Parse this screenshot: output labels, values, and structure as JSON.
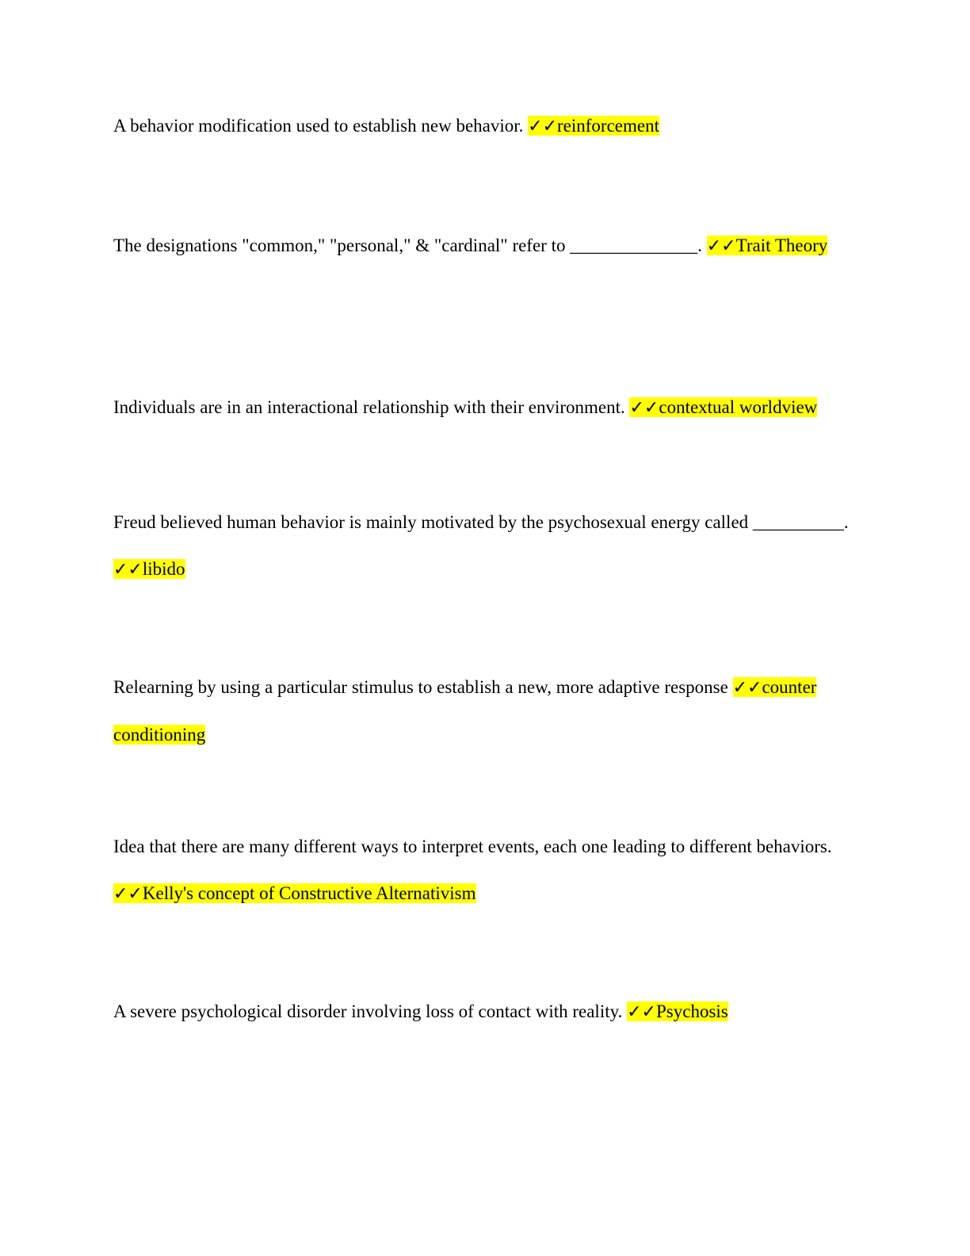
{
  "colors": {
    "highlight": "#ffff00",
    "text": "#000000",
    "background": "#ffffff"
  },
  "items": [
    {
      "question": "A behavior modification used to establish new behavior. ",
      "check": "✓✓",
      "answer": "reinforcement"
    },
    {
      "question": "The designations \"common,\" \"personal,\" & \"cardinal\" refer to ______________. ",
      "check": "✓✓",
      "answer": "Trait Theory"
    },
    {
      "question": "Individuals are in an interactional relationship with their environment. ",
      "check": "✓✓",
      "answer": "contextual worldview"
    },
    {
      "question": "Freud believed human behavior is mainly motivated by the psychosexual energy called __________. ",
      "check": "✓✓",
      "answer": "libido"
    },
    {
      "question": "Relearning by using a particular stimulus to establish a new, more adaptive response ",
      "check": "✓✓",
      "answer": "counter conditioning"
    },
    {
      "question": "Idea that there are many different ways to interpret events, each one leading to different behaviors. ",
      "check": "✓✓",
      "answer": "Kelly's concept of Constructive Alternativism"
    },
    {
      "question": "A severe psychological disorder involving loss of contact with reality. ",
      "check": "✓✓",
      "answer": "Psychosis"
    }
  ]
}
